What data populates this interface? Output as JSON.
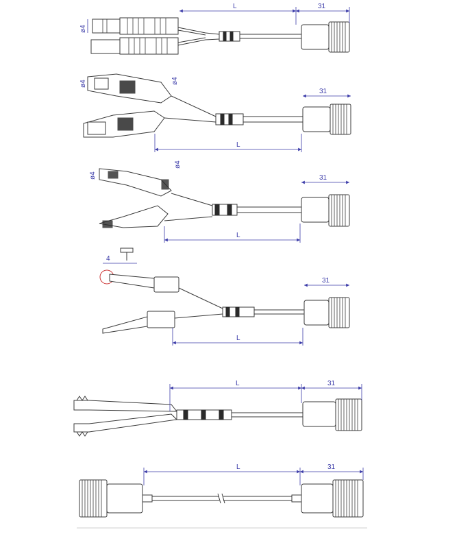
{
  "dimensions": {
    "length_label": "L",
    "connector_label": "31",
    "diameter_label": "ø4",
    "pin_width_label": "4"
  },
  "colors": {
    "line": "#3a3a3a",
    "dimension": "#3a3aa8",
    "highlight": "#cc3333"
  },
  "assemblies": [
    {
      "id": "1",
      "tip": "4mm-banana-plug"
    },
    {
      "id": "2",
      "tip": "alligator-clip"
    },
    {
      "id": "3",
      "tip": "small-alligator-clip"
    },
    {
      "id": "4",
      "tip": "pin-probe"
    },
    {
      "id": "5",
      "tip": "spring-clip"
    },
    {
      "id": "6",
      "tip": "connector-to-connector"
    }
  ]
}
